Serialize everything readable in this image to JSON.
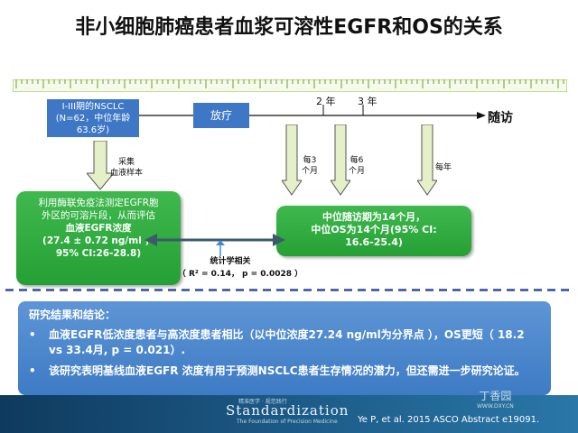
{
  "title": "非小细胞肺癌患者血浆可溶性EGFR和OS的关系",
  "timeline": {
    "cohort_lines": [
      "I-III期的NSCLC",
      "(N=62，中位年龄",
      "63.6岁)"
    ],
    "treatment": "放疗",
    "year2": "2 年",
    "year3": "3 年",
    "followup": "随访"
  },
  "arrows": {
    "sample_lines": [
      "采集",
      "血液样本"
    ],
    "every3_lines": [
      "每3",
      "个月"
    ],
    "every6_lines": [
      "每6",
      "个月"
    ],
    "yearly": "每年"
  },
  "elisa_box": {
    "line1": "利用酶联免疫法测定EGFR胞",
    "line2": "外区的可溶片段，从而评估",
    "line3": "血液EGFR浓度",
    "line4": "(27.4 ± 0.72 ng/ml ，",
    "line5": "95% CI:26-28.8)"
  },
  "outcome_box": {
    "line1": "中位随访期为14个月，",
    "line2": "中位OS为14个月(95% CI:",
    "line3": "16.6-25.4)"
  },
  "stats": {
    "label": "统计学相关",
    "r2": "（ R² = 0.14， p = 0.0028 ）"
  },
  "conclusion": {
    "heading": "研究结果和结论：",
    "bullets": [
      "血液EGFR低浓度患者与高浓度患者相比（以中位浓度27.24 ng/ml为分界点 ），OS更短（ 18.2 vs 33.4月, p = 0.021）.",
      "该研究表明基线血液EGFR 浓度有用于预测NSCLC患者生存情况的潜力，但还需进一步研究论证。"
    ],
    "bullet_mark": "•"
  },
  "footer": {
    "logo_top": "精准医学 · 规范践行",
    "logo": "Standardization",
    "logo_sub": "The Foundation of Precision Medicine",
    "citation": "Ye P, et al. 2015 ASCO Abstract e19091.",
    "watermark": "丁香园",
    "watermark_url": "WWW.DXY.CN"
  },
  "colors": {
    "blue_box": "#3d77c6",
    "green_box": "#2eae40",
    "ruler_green": "#8cbf3f",
    "arrow_fill": "#e6f0c8",
    "dashed_line": "#2b4f9e",
    "footer_band": "#1c5a86"
  }
}
